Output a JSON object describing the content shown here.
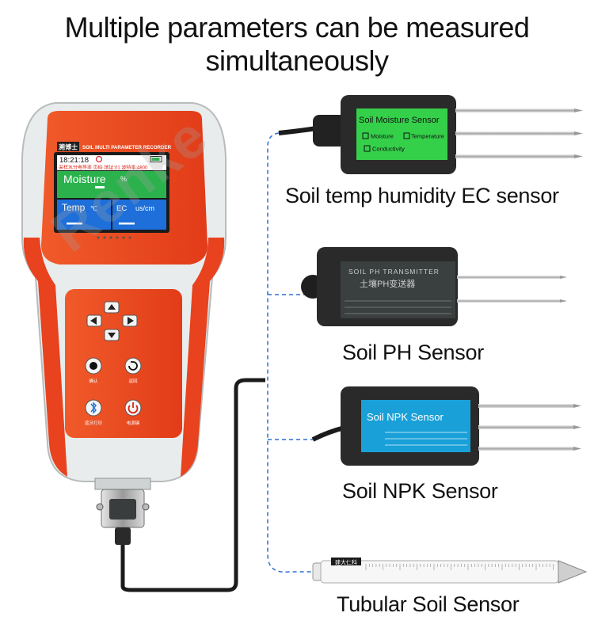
{
  "headline": {
    "line1": "Multiple parameters can be measured",
    "line2": "simultaneously"
  },
  "watermark": "Renke",
  "device": {
    "brand": "溯博士",
    "model": "SOIL MULTI PARAMETER RECORDER",
    "time": "18:21:18",
    "status_line": "采样水分电导率 页码 地址:01 波特率:4800",
    "tiles": {
      "moisture": {
        "label": "Moisture",
        "unit": "%"
      },
      "temp": {
        "label": "Temp",
        "unit": "℃"
      },
      "ec": {
        "label": "EC",
        "unit": "us/cm"
      }
    },
    "buttons": {
      "confirm_label": "确认",
      "back_label": "返回",
      "bluetooth_label": "蓝牙打印",
      "power_label": "电源键"
    },
    "colors": {
      "body_orange": "#e8421f",
      "screen_green": "#2bb24c",
      "screen_blue": "#1e6fd9"
    }
  },
  "sensors": {
    "moisture_probe": {
      "panel_title": "Soil Moisture Sensor",
      "options": [
        "Moisture",
        "Temperature",
        "Conductivity"
      ],
      "caption": "Soil temp humidity EC sensor"
    },
    "ph_probe": {
      "panel_title": "SOIL PH TRANSMITTER",
      "panel_subtitle": "土壤PH变送器",
      "caption": "Soil PH Sensor"
    },
    "npk_probe": {
      "panel_title": "Soil NPK Sensor",
      "caption": "Soil NPK Sensor"
    },
    "tubular_probe": {
      "tag": "建大仁科",
      "caption": "Tubular Soil Sensor"
    }
  }
}
